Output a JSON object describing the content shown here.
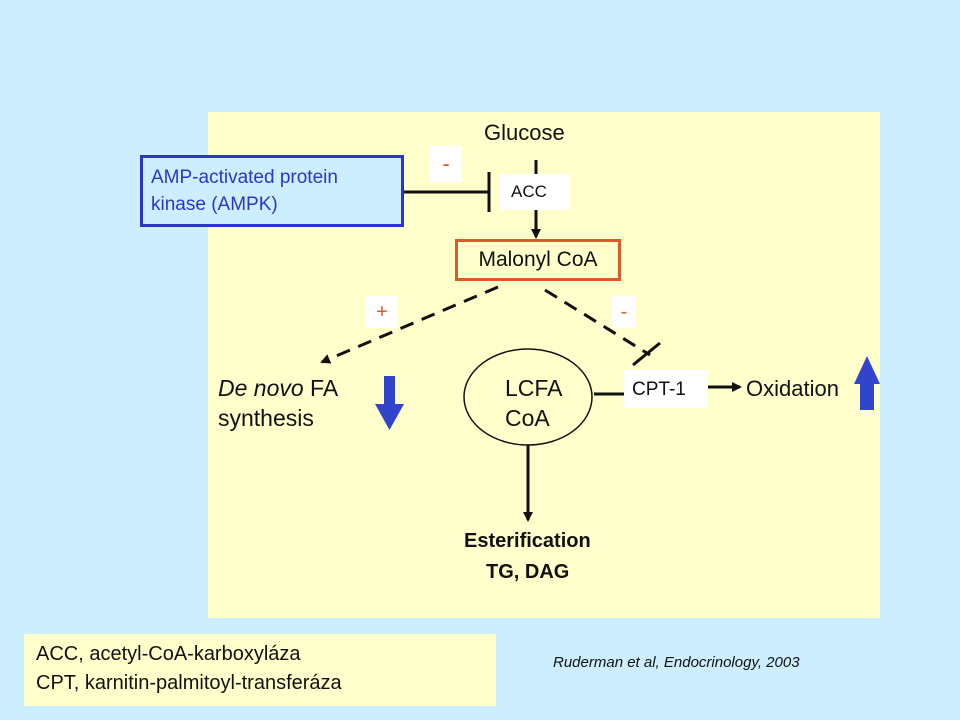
{
  "diagram": {
    "top_node": "Glucose",
    "enzyme_acc": "ACC",
    "inhibitor": {
      "line1": "AMP-activated protein",
      "line2": "kinase (AMPK)",
      "sign": "-"
    },
    "malonyl": "Malonyl CoA",
    "plus_sign": "+",
    "minus_sign": "-",
    "left_branch": {
      "italic": "De novo",
      "rest": " FA",
      "line2": "synthesis",
      "trend": "down"
    },
    "center_node": {
      "line1": "LCFA",
      "line2": "CoA"
    },
    "enzyme_cpt": "CPT-1",
    "right_branch": {
      "label": "Oxidation",
      "trend": "up"
    },
    "bottom": {
      "line1": "Esterification",
      "line2": "TG, DAG"
    }
  },
  "legend": {
    "line1": "ACC, acetyl-CoA-karboxyláza",
    "line2": "CPT, karnitin-palmitoyl-transferáza"
  },
  "citation": "Ruderman et al, Endocrinology, 2003",
  "colors": {
    "background": "#cceeff",
    "panel": "#ffffcc",
    "ampk_border": "#2a36c8",
    "malonyl_border": "#e05a28",
    "plus_sign": "#e05a28",
    "minus_sign": "#e05a28",
    "trend_arrow": "#3344cc"
  }
}
